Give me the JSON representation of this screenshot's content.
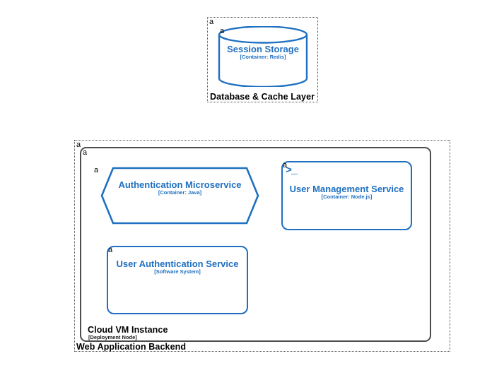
{
  "diagram": {
    "type": "c4-deployment-diagram",
    "accent_color": "#1f70c1",
    "boundary_color": "#4d4d4d",
    "background": "#ffffff",
    "marker_glyph": "a"
  },
  "boundaries": [
    {
      "id": "database-cache-layer",
      "label": "Database & Cache Layer",
      "sublabel": "",
      "style": "dotted"
    },
    {
      "id": "web-application-backend",
      "label": "Web Application Backend",
      "sublabel": "",
      "style": "dotted"
    }
  ],
  "nodes": [
    {
      "id": "cloud-vm-instance",
      "label": "Cloud VM Instance",
      "sublabel": "[Deployment Node]",
      "style": "solid-rounded"
    }
  ],
  "elements": [
    {
      "id": "session-storage",
      "shape": "cylinder",
      "title": "Session Storage",
      "subtitle": "[Container: Redis]",
      "icon": "",
      "parent": "database-cache-layer"
    },
    {
      "id": "authentication-microservice",
      "shape": "hexagon",
      "title": "Authentication Microservice",
      "subtitle": "[Container: Java]",
      "icon": "",
      "parent": "cloud-vm-instance"
    },
    {
      "id": "user-management-service",
      "shape": "rounded-rectangle",
      "title": "User Management Service",
      "subtitle": "[Container: Node.js]",
      "icon": ">_",
      "parent": "cloud-vm-instance"
    },
    {
      "id": "user-authentication-service",
      "shape": "rounded-rectangle",
      "title": "User Authentication Service",
      "subtitle": "[Software System]",
      "icon": "",
      "parent": "cloud-vm-instance"
    }
  ],
  "markers": {
    "database_boundary": "a",
    "session_storage": "a",
    "web_backend_boundary": "a",
    "cloud_vm_node": "a",
    "authentication_microservice": "a",
    "user_management_service": "a",
    "user_authentication_service": "a"
  }
}
